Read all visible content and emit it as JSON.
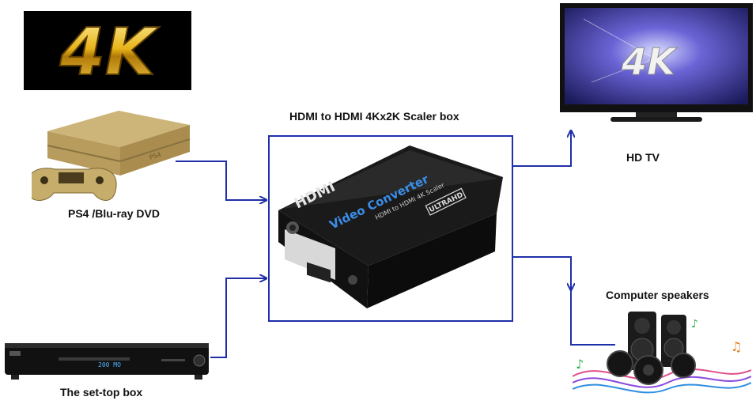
{
  "logo": {
    "text": "4K"
  },
  "converter": {
    "title": "HDMI to HDMI  4Kx2K Scaler box",
    "brand": "HDMI",
    "product": "Video Converter",
    "subtitle": "HDMI to HDMI 4K Scaler",
    "badge": "ULTRAHD"
  },
  "sources": [
    {
      "label": "PS4 /Blu-ray DVD",
      "console_text": "PS4"
    },
    {
      "label": "The set-top box",
      "screen_text": "200 MO"
    }
  ],
  "outputs": [
    {
      "label": "HD TV",
      "screen_text": "4K"
    },
    {
      "label": "Computer speakers"
    }
  ],
  "colors": {
    "connector_line": "#1f2fa8",
    "box_border": "#1f2fa8",
    "logo_gold": "#e7b319"
  }
}
